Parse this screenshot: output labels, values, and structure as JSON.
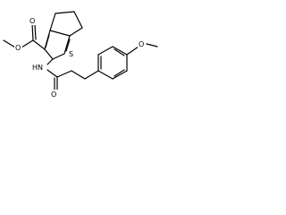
{
  "molecule": {
    "atoms": {
      "ester_carbonyl_o": "O",
      "ester_o": "O",
      "methyl": "",
      "thiophene_s": "S",
      "amide_nh": "HN",
      "amide_o": "O",
      "methoxy_o": "O"
    }
  },
  "colors": {
    "bond": "#000000",
    "label": "#000000",
    "background": "#ffffff"
  }
}
